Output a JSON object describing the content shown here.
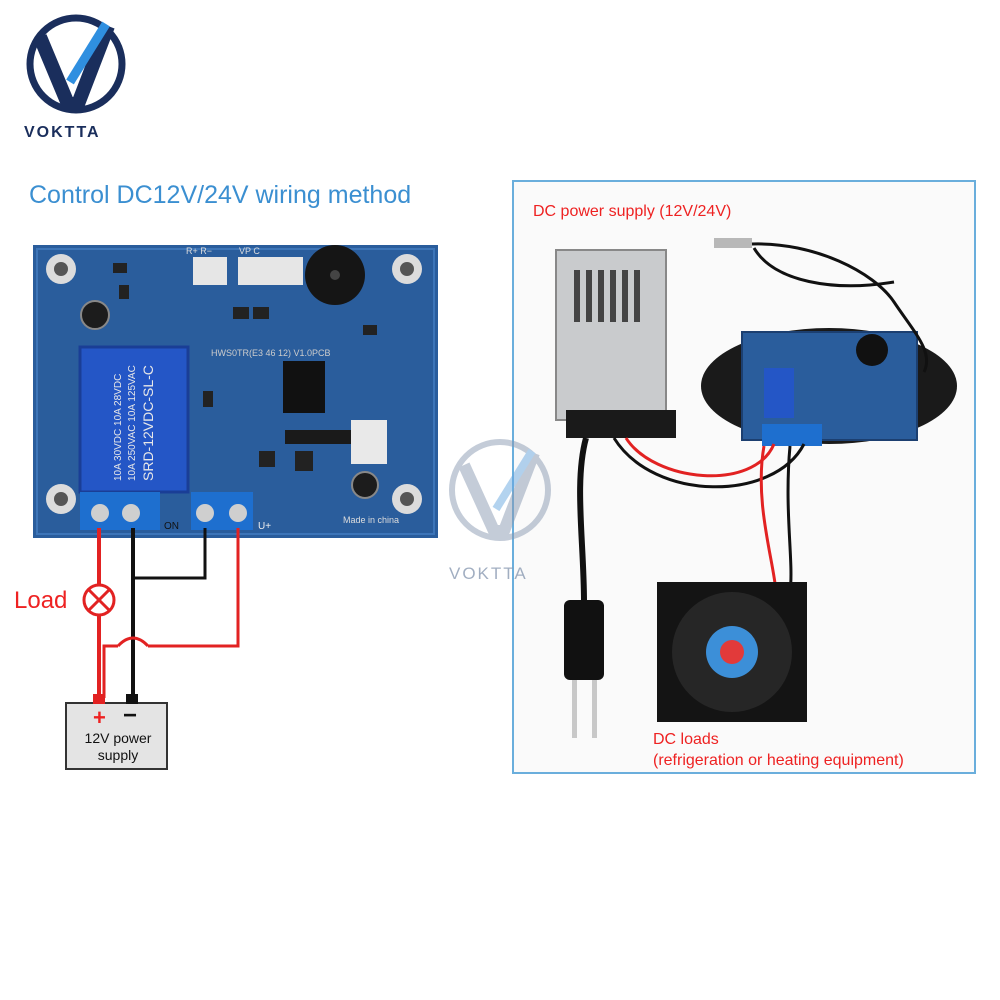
{
  "brand": {
    "name": "VOKTTA",
    "watermark": "VOKTTA",
    "colors": {
      "navy": "#1a2e5c",
      "cyan": "#2f8fe0"
    }
  },
  "diagram": {
    "title": "Control DC12V/24V wiring method",
    "load_label": "Load",
    "psu_plus": "+",
    "psu_minus": "−",
    "psu_label": "12V power supply",
    "board": {
      "relay_text": [
        "SRD-12VDC-SL-C",
        "10A 250VAC  10A 125VAC",
        "10A 30VDC  10A 28VDC"
      ],
      "model_text": "HWS0TR(E3 46 12) V1.0PCB",
      "terminals": [
        "ON",
        "U+",
        "R+ R−",
        "VP C"
      ],
      "made_in": "Made in china"
    }
  },
  "photo": {
    "dc_power_label": "DC power supply (12V/24V)",
    "dc_loads_line1": "DC loads",
    "dc_loads_line2": "(refrigeration or heating equipment)"
  },
  "colors": {
    "title_blue": "#3b8fd1",
    "wire_red": "#e22222",
    "wire_black": "#111111",
    "pcb_blue": "#2a5d9c",
    "frame_blue": "#6aaedc"
  }
}
